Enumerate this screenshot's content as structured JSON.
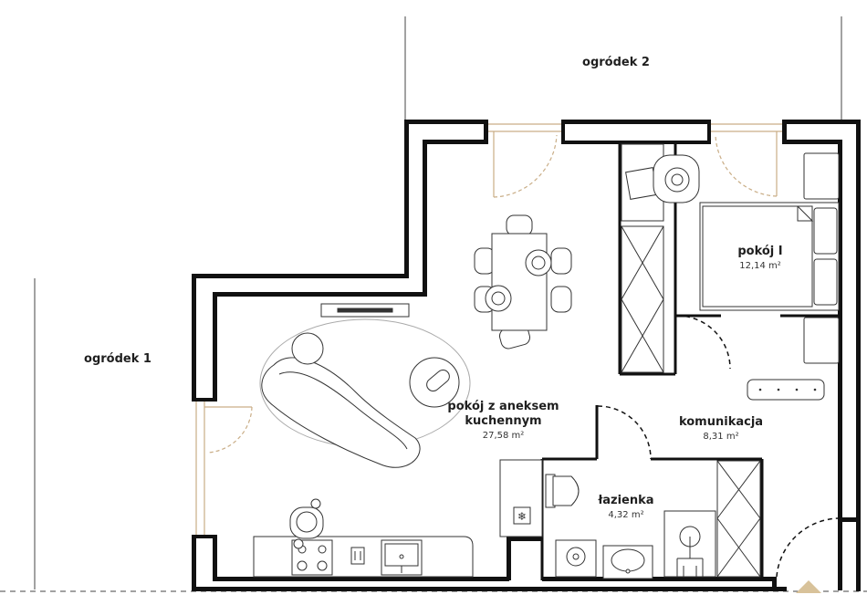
{
  "gardens": {
    "garden_1": "ogródek 1",
    "garden_2": "ogródek 2"
  },
  "rooms": {
    "living": {
      "name": "pokój z aneksem kuchennym",
      "area": "27,58 m²"
    },
    "bedroom": {
      "name": "pokój I",
      "area": "12,14 m²"
    },
    "hall": {
      "name": "komunikacja",
      "area": "8,31 m²"
    },
    "bathroom": {
      "name": "łazienka",
      "area": "4,32 m²"
    }
  },
  "colors": {
    "wall": "#111111",
    "line": "#555555",
    "window_door": "#c9ad86",
    "entrance_marker": "#d8c29a"
  }
}
